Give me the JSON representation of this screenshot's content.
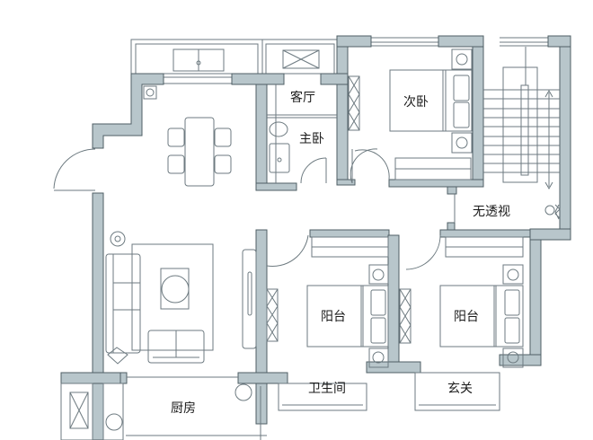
{
  "plan": {
    "colors": {
      "wall_fill": "#b8c6cb",
      "wall_stroke": "#4f5f66",
      "line": "#6d7a80",
      "background": "#ffffff"
    },
    "rooms": [
      {
        "id": "keting",
        "label": "客厅"
      },
      {
        "id": "zhuwo",
        "label": "主卧"
      },
      {
        "id": "ciwo",
        "label": "次卧"
      },
      {
        "id": "wutoushi",
        "label": "无透视"
      },
      {
        "id": "yangtai1",
        "label": "阳台"
      },
      {
        "id": "yangtai2",
        "label": "阳台"
      },
      {
        "id": "weishengjian",
        "label": "卫生间"
      },
      {
        "id": "xuanguan",
        "label": "玄关"
      },
      {
        "id": "chufang",
        "label": "厨房"
      }
    ]
  }
}
